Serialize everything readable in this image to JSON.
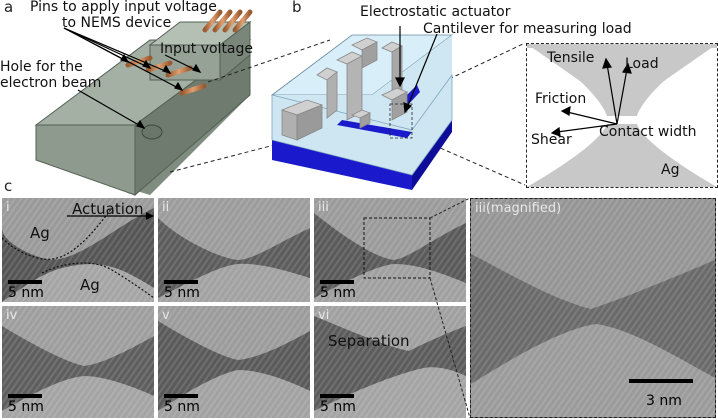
{
  "panels": {
    "a": {
      "letter": "a",
      "labels": {
        "pins": "Pins to apply input voltage",
        "pins2": "to NEMS device",
        "input_voltage": "Input voltage",
        "hole": "Hole for the",
        "hole2": "electron beam"
      }
    },
    "b": {
      "letter": "b",
      "labels": {
        "actuator": "Electrostatic actuator",
        "cantilever": "Cantilever for measuring load"
      },
      "inset": {
        "tensile": "Tensile",
        "load": "Load",
        "friction": "Friction",
        "shear": "Shear",
        "contact_width": "Contact width",
        "material": "Ag"
      }
    },
    "c": {
      "letter": "c",
      "frames": [
        {
          "tag": "i",
          "scale": "5 nm"
        },
        {
          "tag": "ii",
          "scale": "5 nm"
        },
        {
          "tag": "iii",
          "scale": "5 nm"
        },
        {
          "tag": "iv",
          "scale": "5 nm"
        },
        {
          "tag": "v",
          "scale": "5 nm"
        },
        {
          "tag": "vi",
          "scale": "5 nm"
        }
      ],
      "frame_i": {
        "actuation": "Actuation",
        "ag_top": "Ag",
        "ag_bottom": "Ag"
      },
      "frame_vi": {
        "separation": "Separation"
      },
      "magnified": {
        "tag": "iii(magnified)",
        "scale": "3 nm"
      }
    }
  },
  "colors": {
    "platform": "#9aa89a",
    "pins": "#c98a5a",
    "chip_top": "#cde6f2",
    "chip_side": "#1a1acc",
    "tem_base": "#6f6f6f"
  }
}
